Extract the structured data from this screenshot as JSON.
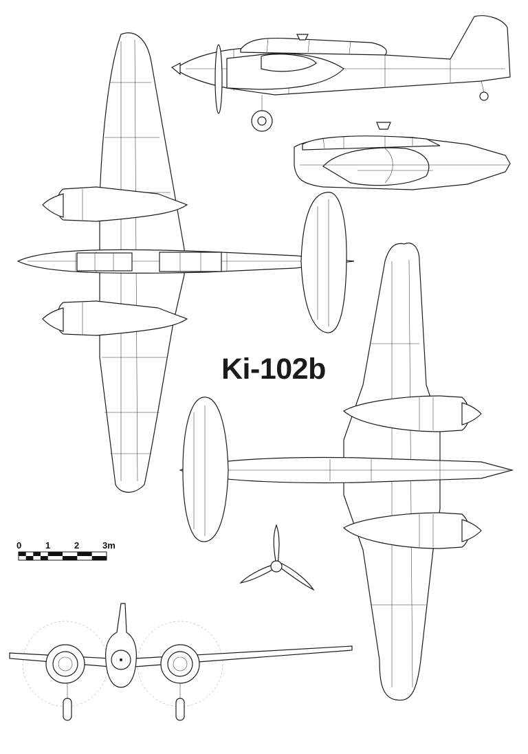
{
  "title": "Ki-102b",
  "scale_bar": {
    "labels": [
      "0",
      "1",
      "2",
      "3m"
    ]
  }
}
